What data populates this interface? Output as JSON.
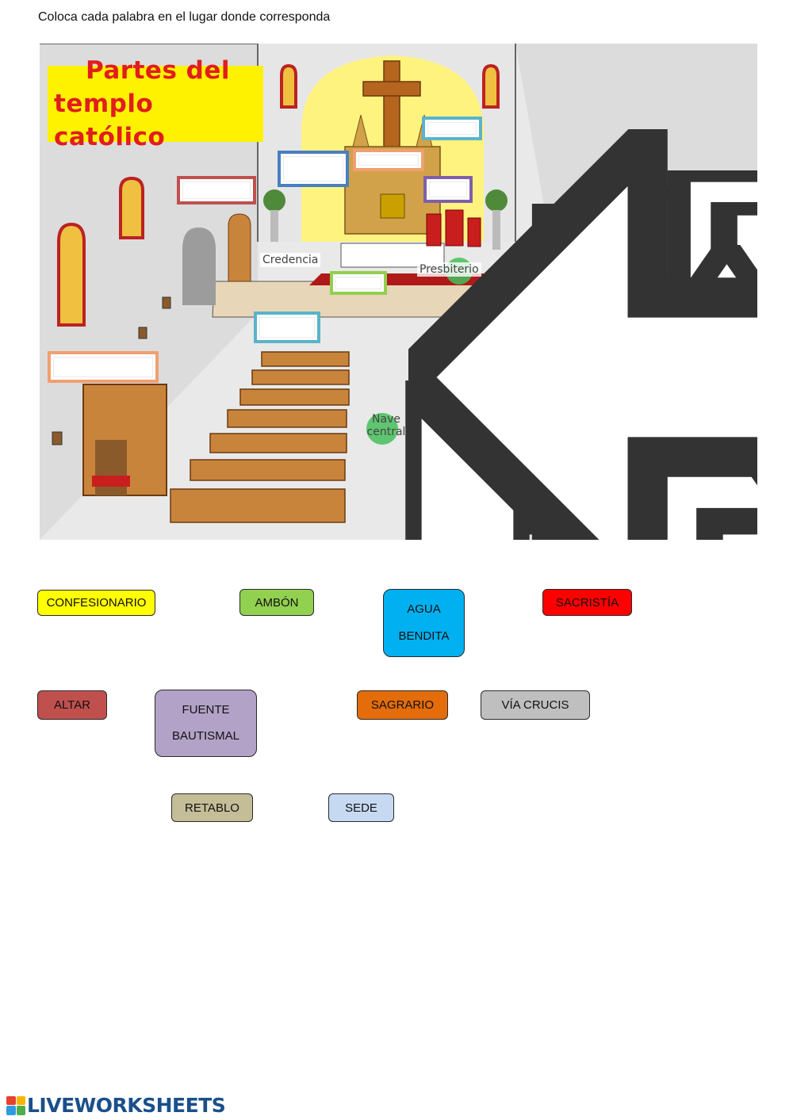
{
  "instruction": "Coloca cada palabra en el lugar donde corresponda",
  "scene": {
    "title_line1": "Partes del",
    "title_line2": "templo católico",
    "labels": {
      "credencia": "Credencia",
      "presbiterio": "Presbiterio",
      "nave_line1": "Nave",
      "nave_line2": "central"
    },
    "drop_box_colors": [
      "#5ab4c9",
      "#4a7fc1",
      "#f0a070",
      "#c0504d",
      "#7f5fa8",
      "#92d050",
      "#5ab4c9",
      "#f0a070",
      "#c0504d",
      "#4a7fc1"
    ]
  },
  "words": [
    {
      "id": "confesionario",
      "label": "CONFESIONARIO",
      "color": "#ffff00"
    },
    {
      "id": "ambon",
      "label": "AMBÓN",
      "color": "#92d050"
    },
    {
      "id": "agua-bendita",
      "line1": "AGUA",
      "line2": "BENDITA",
      "color": "#00b0f0"
    },
    {
      "id": "sacristia",
      "label": "SACRISTÍA",
      "color": "#ff0000"
    },
    {
      "id": "altar",
      "label": "ALTAR",
      "color": "#c0504d"
    },
    {
      "id": "fuente-bautismal",
      "line1": "FUENTE",
      "line2": "BAUTISMAL",
      "color": "#b3a2c7"
    },
    {
      "id": "sagrario",
      "label": "SAGRARIO",
      "color": "#e46c0a"
    },
    {
      "id": "via-crucis",
      "label": "VÍA CRUCIS",
      "color": "#bfbfbf"
    },
    {
      "id": "retablo",
      "label": "RETABLO",
      "color": "#c4bd97"
    },
    {
      "id": "sede",
      "label": "SEDE",
      "color": "#c6d9f1"
    }
  ],
  "footer": {
    "brand": "LIVEWORKSHEETS",
    "logo_colors": [
      "#e8412c",
      "#f7b500",
      "#2e9be0",
      "#4cae4c"
    ]
  }
}
